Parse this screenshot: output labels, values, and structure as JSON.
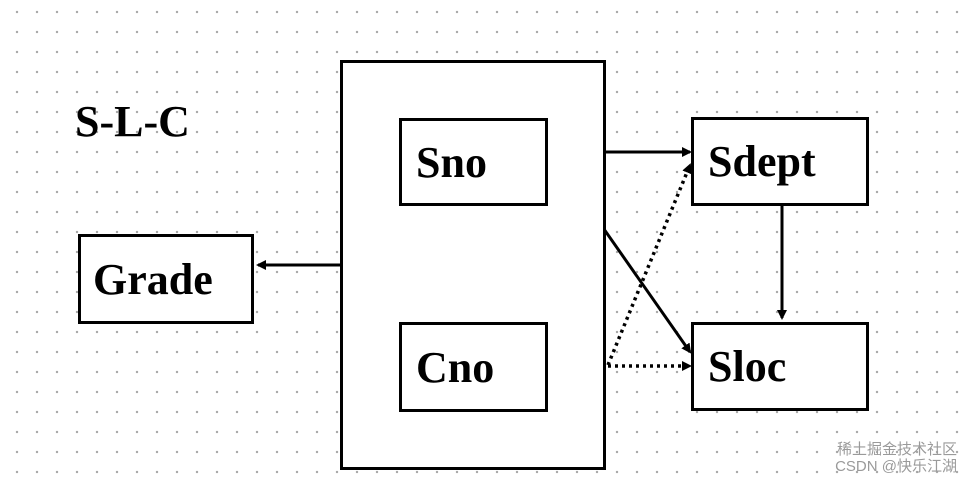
{
  "diagram": {
    "title": "S-L-C",
    "nodes": {
      "grade": "Grade",
      "sno": "Sno",
      "cno": "Cno",
      "sdept": "Sdept",
      "sloc": "Sloc"
    },
    "edges": [
      {
        "from": "key",
        "to": "grade",
        "style": "solid"
      },
      {
        "from": "sno",
        "to": "sdept",
        "style": "solid"
      },
      {
        "from": "sno",
        "to": "sloc",
        "style": "solid"
      },
      {
        "from": "sdept",
        "to": "sloc",
        "style": "solid"
      },
      {
        "from": "key",
        "to": "sdept",
        "style": "dotted"
      },
      {
        "from": "key",
        "to": "sloc",
        "style": "dotted"
      }
    ]
  },
  "watermark": {
    "line1": "稀土掘金技术社区",
    "line2": "CSDN @快乐江湖"
  }
}
